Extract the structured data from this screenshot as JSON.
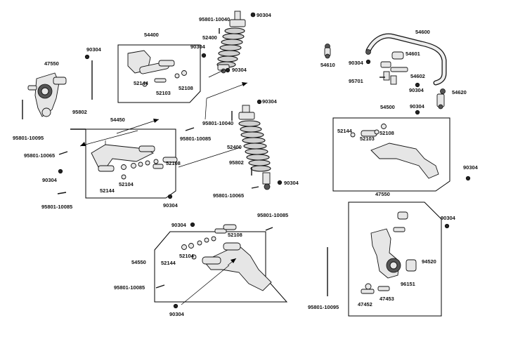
{
  "labels": {
    "l_95801_10040_top": "95801-10040",
    "l_90304_top": "90304",
    "l_54400": "54400",
    "l_52400_top": "52400",
    "l_90304_a": "90304",
    "l_90304_b": "90304",
    "l_90304_c": "90304",
    "l_47550_left": "47550",
    "l_52144_a": "52144",
    "l_52103_a": "52103",
    "l_52108_a": "52108",
    "l_95802_a": "95802",
    "l_95801_10095_left": "95801-10095",
    "l_54450": "54450",
    "l_95801_10085_a": "95801-10085",
    "l_95801_10065_a": "95801-10065",
    "l_52108_b": "52108",
    "l_52104_a": "52104",
    "l_52144_b": "52144",
    "l_90304_d": "90304",
    "l_95801_10085_b": "95801-10085",
    "l_90304_e": "90304",
    "l_90304_f": "90304",
    "l_95801_10040_mid": "95801-10040",
    "l_52400_mid": "52400",
    "l_95802_b": "95802",
    "l_95801_10065_b": "95801-10065",
    "l_90304_g": "90304",
    "l_54610": "54610",
    "l_54600": "54600",
    "l_54601": "54601",
    "l_90304_h": "90304",
    "l_54602": "54602",
    "l_95701": "95701",
    "l_90304_i": "90304",
    "l_54620": "54620",
    "l_90304_j": "90304",
    "l_54500": "54500",
    "l_52144_c": "52144",
    "l_52108_c": "52108",
    "l_52103_c": "52103",
    "l_90304_k": "90304",
    "l_90304_l": "90304",
    "l_95801_10085_c": "95801-10085",
    "l_52108_d": "52108",
    "l_54550": "54550",
    "l_52104_d": "52104",
    "l_52144_d": "52144",
    "l_95801_10085_d": "95801-10085",
    "l_90304_m": "90304",
    "l_47550_right": "47550",
    "l_90304_n": "90304",
    "l_94520": "94520",
    "l_96151": "96151",
    "l_47452": "47452",
    "l_47453": "47453",
    "l_95801_10095_right": "95801-10095"
  }
}
